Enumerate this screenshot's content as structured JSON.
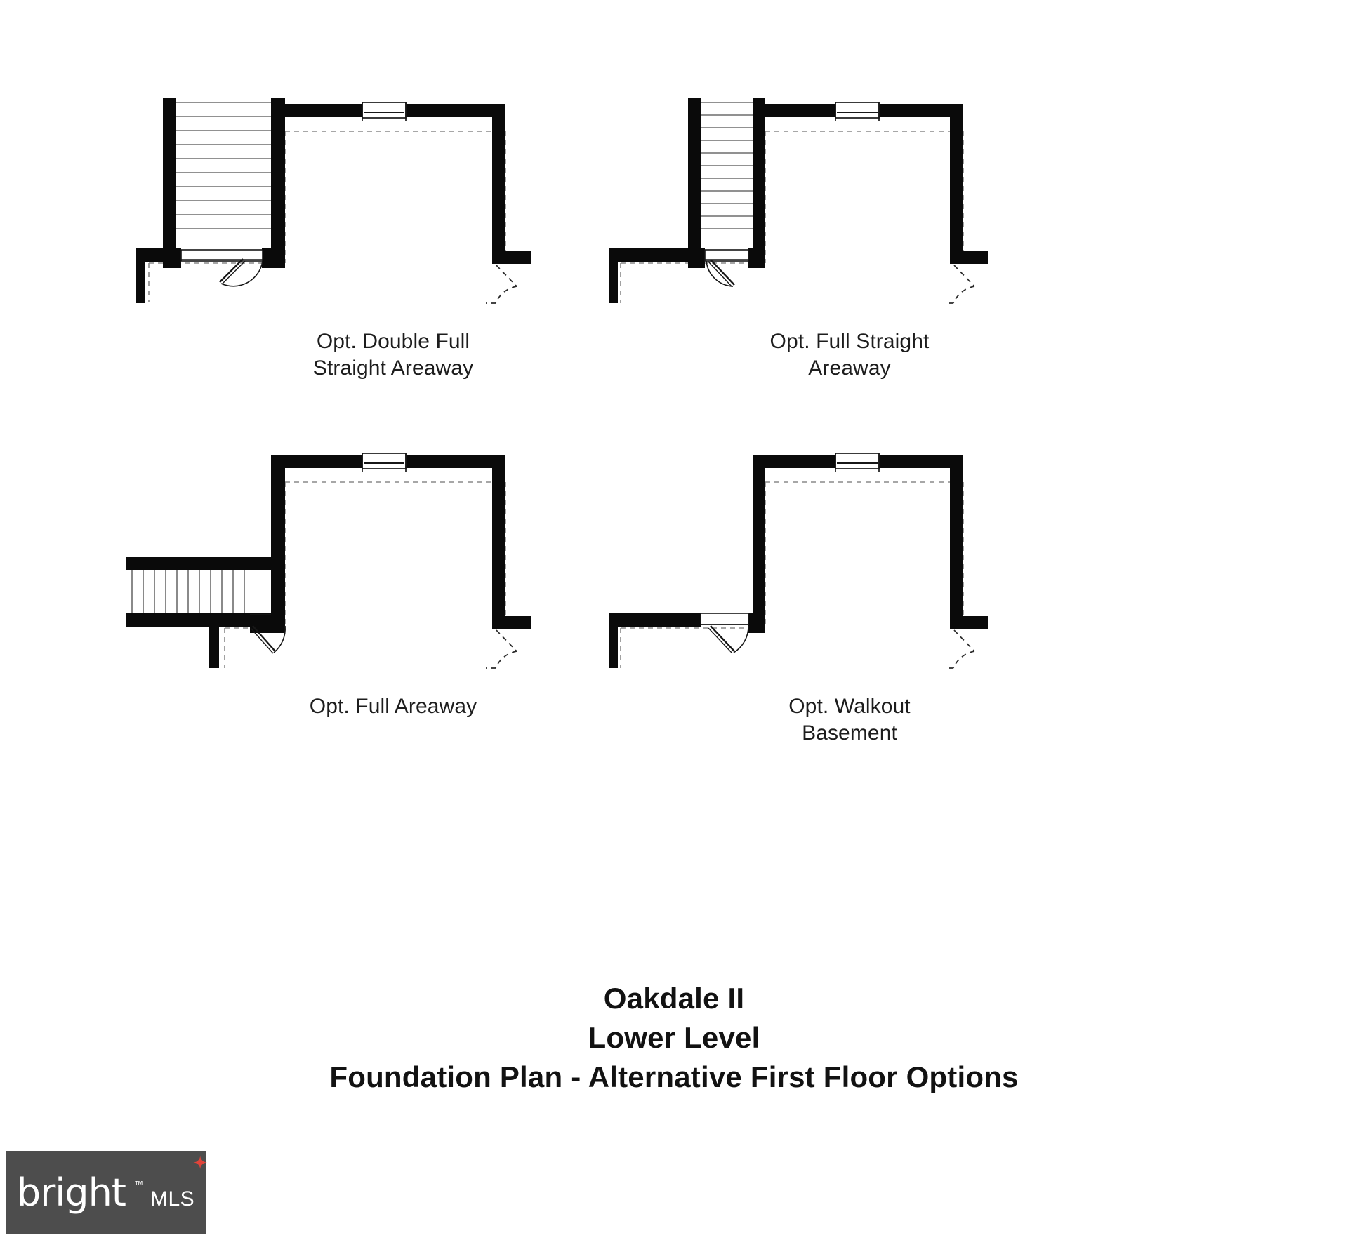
{
  "document": {
    "title_lines": [
      "Oakdale II",
      "Lower Level",
      "Foundation Plan - Alternative First Floor Options"
    ],
    "title_line_1": "Oakdale II",
    "title_line_2": "Lower Level",
    "title_line_3": "Foundation Plan - Alternative First Floor Options",
    "ink_color": "#000000",
    "background_color": "#ffffff"
  },
  "plans": [
    {
      "id": "opt-double-full-straight-areaway",
      "caption": "Opt. Double Full\nStraight Areaway",
      "caption_line_1": "Opt. Double Full",
      "caption_line_2": "Straight Areaway",
      "features": [
        "wide vertical stair run",
        "exterior door with swing",
        "window in top wall",
        "dashed footing outline",
        "right side door swing"
      ]
    },
    {
      "id": "opt-full-straight-areaway",
      "caption": "Opt. Full Straight\nAreaway",
      "caption_line_1": "Opt. Full Straight",
      "caption_line_2": "Areaway",
      "features": [
        "narrow vertical stair run",
        "exterior door with swing",
        "window in top wall",
        "dashed footing outline"
      ]
    },
    {
      "id": "opt-full-areaway",
      "caption": "Opt. Full Areaway",
      "caption_line_1": "Opt. Full Areaway",
      "caption_line_2": "",
      "features": [
        "horizontal stair run at left",
        "exterior door with swing",
        "window in top wall",
        "dashed footing outline"
      ]
    },
    {
      "id": "opt-walkout-basement",
      "caption": "Opt. Walkout\nBasement",
      "caption_line_1": "Opt. Walkout",
      "caption_line_2": "Basement",
      "features": [
        "no stair run",
        "exterior door with swing at left",
        "window in top wall",
        "dashed footing outline"
      ]
    }
  ],
  "watermark": {
    "brand": "bright",
    "suffix": "MLS",
    "trademark": "™",
    "badge_color": "#4d4d4d",
    "accent_color": "#e0443a"
  }
}
